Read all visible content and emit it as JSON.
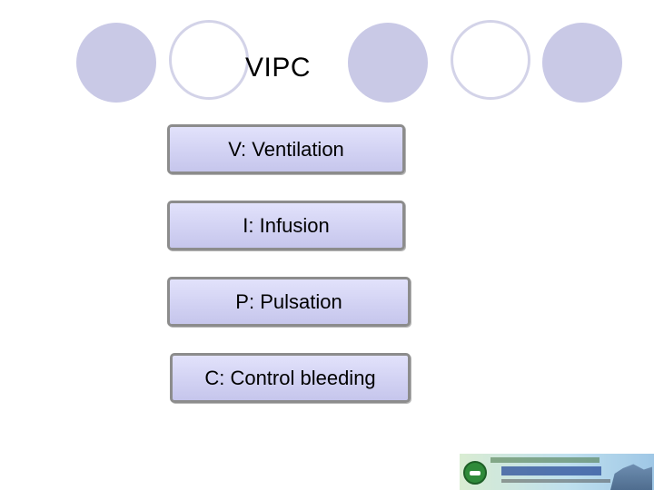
{
  "slide": {
    "title": "VIPC",
    "items": [
      "V: Ventilation",
      "I: Infusion",
      "P: Pulsation",
      "C: Control bleeding"
    ]
  },
  "colors": {
    "circle_fill": "#c9c9e6",
    "circle_ring": "#d3d3e8",
    "box_fill": "#d2d2f3",
    "box_border": "#8c8c8c"
  }
}
